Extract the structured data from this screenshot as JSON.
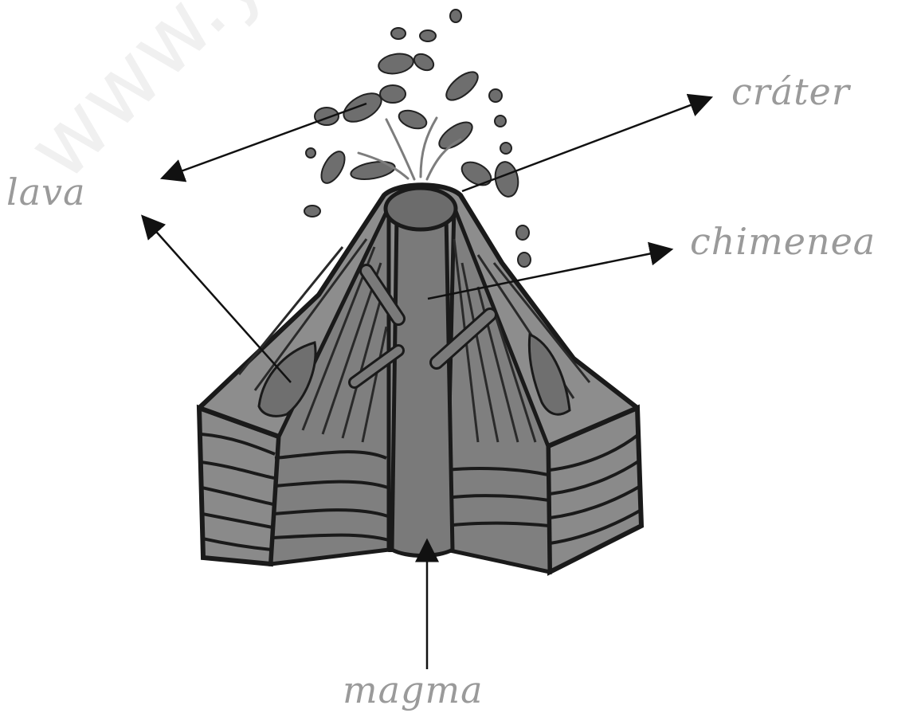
{
  "labels": {
    "crater": "cráter",
    "lava": "lava",
    "chimenea": "chimenea",
    "magma": "magma"
  },
  "watermark": "www.yoqu",
  "colors": {
    "cone": "#8a8a8a",
    "cone_dark": "#6e6e6e",
    "outline": "#1a1a1a",
    "magma": "#7a7a7a",
    "label": "#9a9a9a"
  }
}
